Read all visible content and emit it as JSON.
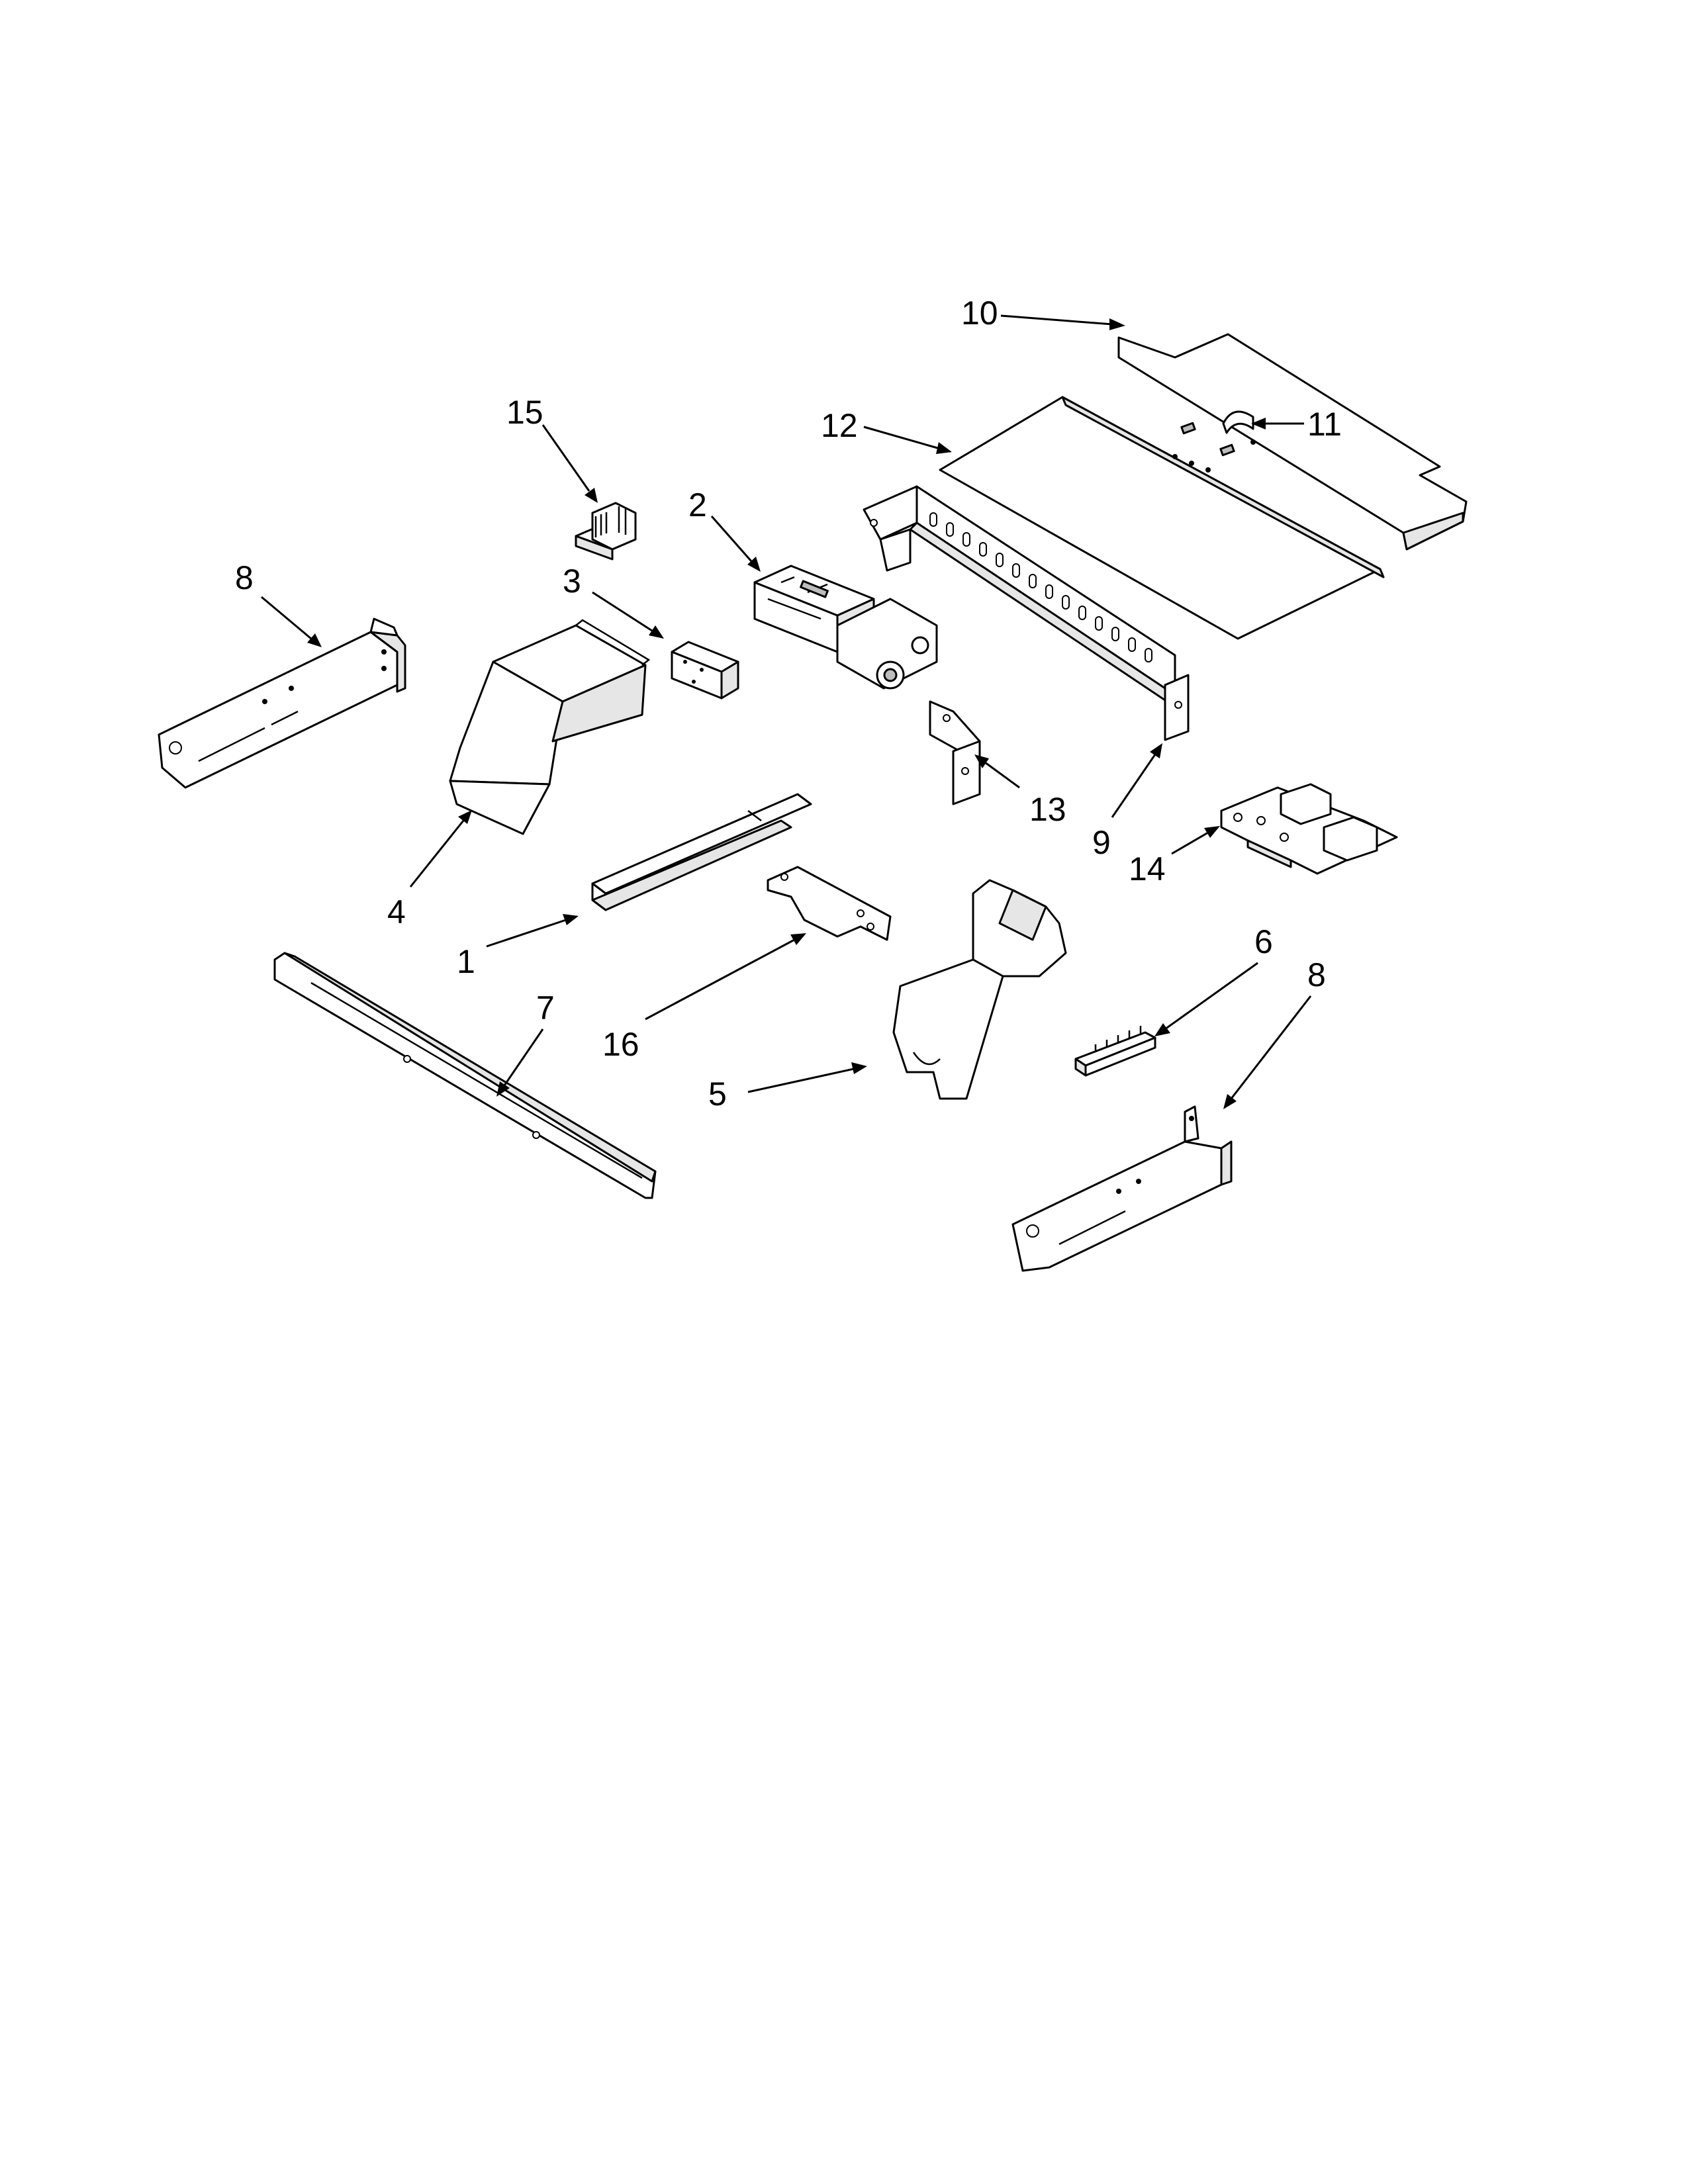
{
  "diagram": {
    "callouts": {
      "c1": "1",
      "c2": "2",
      "c3": "3",
      "c4": "4",
      "c5": "5",
      "c6": "6",
      "c7": "7",
      "c8a": "8",
      "c8b": "8",
      "c9": "9",
      "c10": "10",
      "c11": "11",
      "c12": "12",
      "c13": "13",
      "c14": "14",
      "c15": "15",
      "c16": "16"
    }
  }
}
